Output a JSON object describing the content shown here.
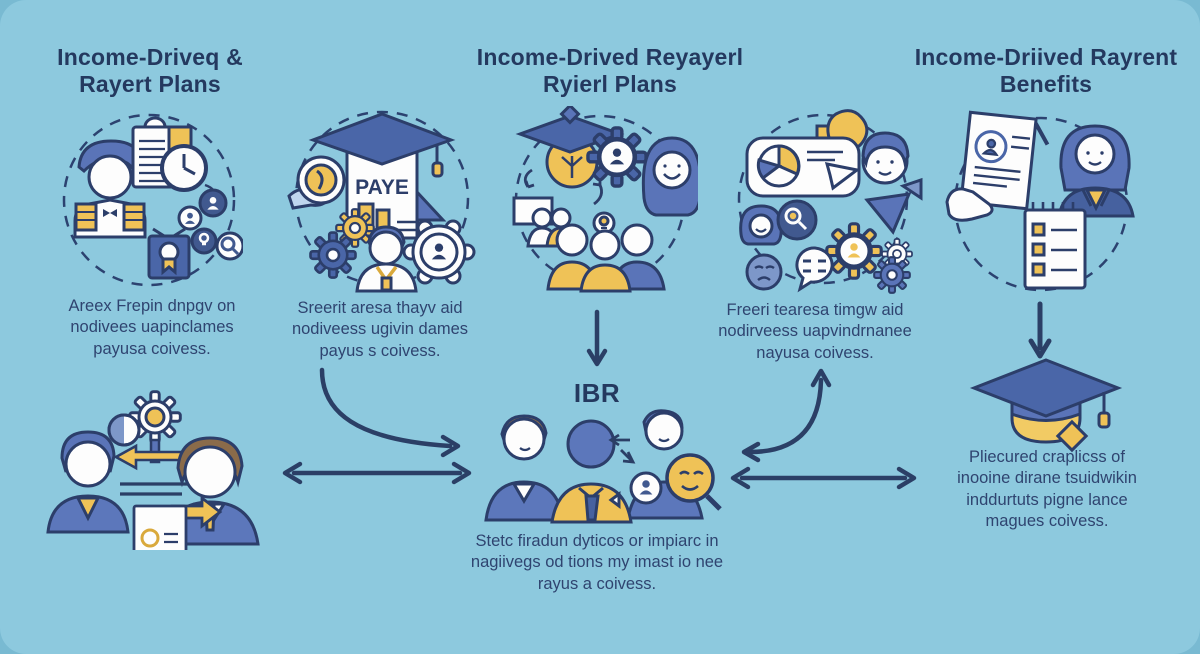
{
  "headers": {
    "left": [
      "Income-Driveq &",
      "Rayert Plans"
    ],
    "center": [
      "Income-Drived Reyayerl",
      "Ryierl Plans"
    ],
    "right": [
      "Income-Driived Rayrent",
      "Benefits"
    ]
  },
  "paragraphs": {
    "left": [
      "Areex Frepin dnpgv on",
      "nodivees uapinclames",
      "payusa coivess."
    ],
    "paye": [
      "Sreerit aresa thayv aid",
      "nodiveess ugivin dames",
      "payus s coivess."
    ],
    "forbear": [
      "Freeri tearesa timgw aid",
      "nodirveess uapvindrnanee",
      "nayusa coivess."
    ],
    "benefits": [
      "Pliecured craplicss of",
      "inooine dirane tsuidwikin",
      "inddurtuts pigne lance",
      "magues coivess."
    ],
    "bottom": [
      "Stetc firadun dyticos or impiarc in",
      "nagiivegs od tions my imast io nee",
      "rayus a coivess."
    ]
  },
  "labels": {
    "ibr": "IBR",
    "paye_sign": "PAYE"
  },
  "colors": {
    "background": "#8DC9DE",
    "frame": "#79BAD2",
    "text_dark": "#24395F",
    "text_body": "#2F4470",
    "line_navy": "#2B3F66",
    "icon_blue": "#5A74B8",
    "icon_deep_blue": "#46619F",
    "icon_pale_blue": "#7D97C9",
    "icon_yellow": "#EFC257",
    "icon_white": "#FDFDFD"
  },
  "icons": {
    "cluster_plans": [
      "person-avatar-icon",
      "clipboard-icon",
      "clock-icon",
      "person-bubble-icon",
      "lightbulb-bubble-icon",
      "magnifier-bubble-icon",
      "hanging-badge-icon"
    ],
    "cluster_paye": [
      "graduation-cap-icon",
      "paye-sign-icon",
      "coin-hand-icon",
      "gear-icon",
      "person-icon",
      "gear-person-badge-icon"
    ],
    "cluster_repayment": [
      "graduation-cap-icon",
      "tree-circle-icon",
      "team-icon",
      "gear-person-icon",
      "woman-avatar-icon",
      "group-icon",
      "lightbulb-icon"
    ],
    "cluster_forbearance": [
      "pie-chart-card-icon",
      "flask-icon",
      "man-avatar-icon",
      "down-triangle-arrow-icon",
      "gear-person-icon",
      "gear-icon",
      "woman-avatar-icon",
      "magnifier-circle-icon",
      "speech-bubble-icon",
      "sad-face-icon"
    ],
    "cluster_benefits": [
      "hand-document-icon",
      "pen-icon",
      "woman-avatar-icon",
      "checklist-notepad-icon",
      "graduation-cap-icon"
    ],
    "bottom_left": [
      "person-avatar-icon",
      "gear-key-icon",
      "coin-icon",
      "left-arrow-icon",
      "document-icon",
      "right-arrow-icon",
      "person-avatar-icon"
    ],
    "bottom_center": [
      "man-avatar-icon",
      "person-silhouette-icon",
      "man-avatar-icon",
      "person-badge-icon",
      "face-magnifier-icon"
    ]
  }
}
